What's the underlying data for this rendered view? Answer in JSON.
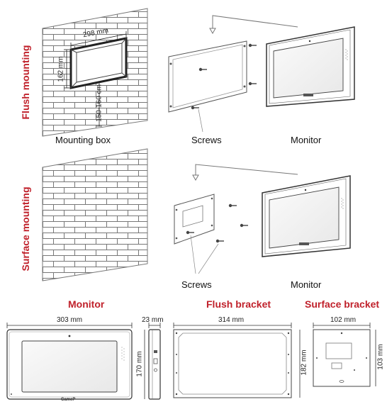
{
  "colors": {
    "accent": "#c0212b",
    "line": "#555555",
    "brick": "#777777"
  },
  "sections": {
    "flush": "Flush mounting",
    "surface": "Surface mounting"
  },
  "flush": {
    "width_dim": "298 mm",
    "height_dim": "162 mm",
    "floor_dim": "150-160 cm",
    "labels": {
      "box": "Mounting box",
      "screws": "Screws",
      "monitor": "Monitor"
    }
  },
  "surface": {
    "labels": {
      "screws": "Screws",
      "monitor": "Monitor"
    }
  },
  "dimensions": {
    "titles": {
      "monitor": "Monitor",
      "flush_bracket": "Flush bracket",
      "surface_bracket": "Surface bracket"
    },
    "monitor_width": "303 mm",
    "monitor_depth": "23 mm",
    "monitor_height": "170 mm",
    "flush_bracket_width": "314 mm",
    "flush_bracket_height": "182 mm",
    "surface_bracket_width": "102 mm",
    "surface_bracket_height": "103 mm"
  },
  "brand": {
    "logo_text": "CameP"
  }
}
